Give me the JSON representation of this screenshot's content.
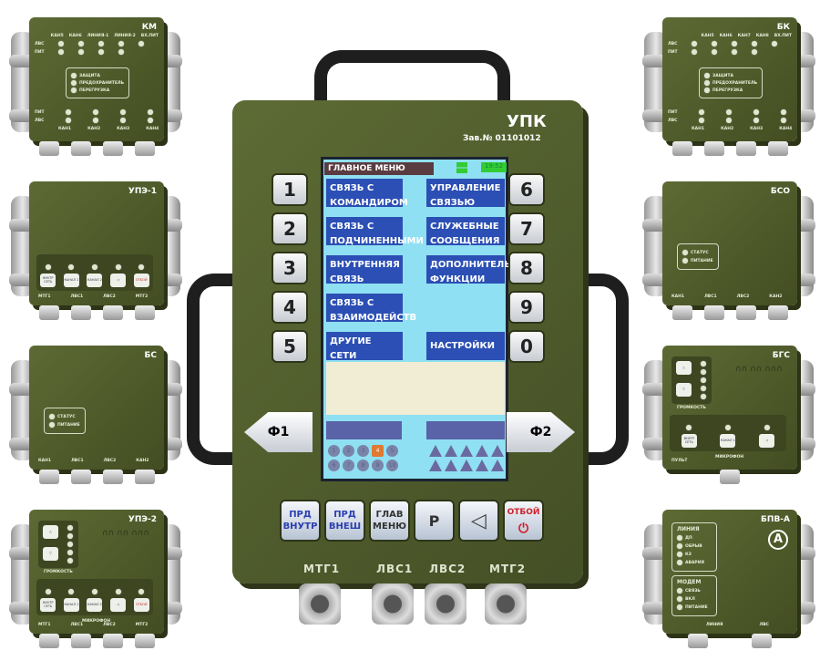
{
  "main": {
    "title": "УПК",
    "serial": "Зав.№ 01101012",
    "screen": {
      "header": "ГЛАВНОЕ МЕНЮ",
      "time": "19:52",
      "menu_left": [
        "СВЯЗЬ С КОМАНДИРОМ",
        "СВЯЗЬ С ПОДЧИНЕННЫМИ",
        "ВНУТРЕННЯЯ СВЯЗЬ",
        "СВЯЗЬ С ВЗАИМОДЕЙСТВ",
        "ДРУГИЕ СЕТИ"
      ],
      "menu_right": [
        "УПРАВЛЕНИЕ СВЯЗЬЮ",
        "СЛУЖЕБНЫЕ СООБЩЕНИЯ",
        "ДОПОЛНИТЕЛЬН ФУНКЦИИ",
        "",
        "НАСТРОЙКИ"
      ],
      "channels": [
        "1",
        "2",
        "3",
        "4",
        "5",
        "6",
        "7",
        "8",
        "9",
        "10"
      ],
      "active_channel": "4"
    },
    "keys_left": [
      "1",
      "2",
      "3",
      "4",
      "5"
    ],
    "keys_right": [
      "6",
      "7",
      "8",
      "9",
      "0"
    ],
    "f1": "Ф1",
    "f2": "Ф2",
    "bottom_buttons": [
      "ПРД ВНУТР",
      "ПРД ВНЕШ",
      "ГЛАВ МЕНЮ",
      "Р",
      "speaker-icon",
      "ОТБОЙ"
    ],
    "ports": [
      "МТГ1",
      "ЛВС1",
      "ЛВС2",
      "МТГ2"
    ],
    "colors": {
      "body": "#55602f",
      "screen": "#8fe0f2",
      "menu": "#2b4fb4",
      "hangup": "#d0202a"
    }
  },
  "modules": {
    "km": {
      "title": "КМ",
      "top": [
        "КАН5",
        "КАН6",
        "ЛИНИЯ-1",
        "ЛИНИЯ-2",
        "ВХ.ПИТ"
      ],
      "rows_top": [
        "ЛВС",
        "ПИТ"
      ],
      "ind": [
        "ЗАЩИТА",
        "ПРЕДОХРАНИТЕЛЬ",
        "ПЕРЕГРУЗКА"
      ],
      "rows_bottom": [
        "ПИТ",
        "ЛВС"
      ],
      "bottom": [
        "КАН1",
        "КАН2",
        "КАН3",
        "КАН4"
      ]
    },
    "bk": {
      "title": "БК",
      "top": [
        "КАН5",
        "КАН6",
        "КАН7",
        "КАН8",
        "ВХ.ПИТ"
      ],
      "rows_top": [
        "ЛВС",
        "ПИТ"
      ],
      "ind": [
        "ЗАЩИТА",
        "ПРЕДОХРАНИТЕЛЬ",
        "ПЕРЕГРУЗКА"
      ],
      "rows_bottom": [
        "ПИТ",
        "ЛВС"
      ],
      "bottom": [
        "КАН1",
        "КАН2",
        "КАН3",
        "КАН4"
      ]
    },
    "upe1": {
      "title": "УПЭ-1",
      "buttons": [
        "ВНУТР СЕТЬ",
        "КАНАЛ 1",
        "КАНАЛ 2",
        "",
        "ОТБОЙ"
      ],
      "ports": [
        "МТГ1",
        "ЛВС1",
        "ЛВС2",
        "МТГ2"
      ]
    },
    "bso": {
      "title": "БСО",
      "ind": [
        "СТАТУС",
        "ПИТАНИЕ"
      ],
      "ports": [
        "КАН1",
        "ЛВС1",
        "ЛВС2",
        "КАН2"
      ]
    },
    "bs": {
      "title": "БС",
      "ind": [
        "СТАТУС",
        "ПИТАНИЕ"
      ],
      "ports": [
        "КАН1",
        "ЛВС1",
        "ЛВС2",
        "КАН2"
      ]
    },
    "bgs": {
      "title": "БГС",
      "volume": "ГРОМКОСТЬ",
      "buttons": [
        "ВНУТР СЕТЬ",
        "КАНАЛ 1",
        ""
      ],
      "mic": "МИКРОФОН",
      "ports": [
        "ПУЛЬТ"
      ]
    },
    "upe2": {
      "title": "УПЭ-2",
      "volume": "ГРОМКОСТЬ",
      "buttons": [
        "ВНУТР СЕТЬ",
        "КАНАЛ 1",
        "КАНАЛ 2",
        "",
        "ОТБОЙ"
      ],
      "mic": "МИКРОФОН",
      "ports": [
        "МТГ1",
        "ЛВС1",
        "ЛВС2",
        "МТГ2"
      ]
    },
    "bpva": {
      "title": "БПВ-А",
      "badge": "A",
      "group1": "ЛИНИЯ",
      "ind1": [
        "ДП",
        "ОБРЫВ",
        "КЗ",
        "АВАРИЯ"
      ],
      "group2": "МОДЕМ",
      "ind2": [
        "СВЯЗЬ",
        "ВКЛ",
        "ПИТАНИЕ"
      ],
      "ports": [
        "ЛИНИЯ",
        "ЛВС"
      ]
    }
  }
}
